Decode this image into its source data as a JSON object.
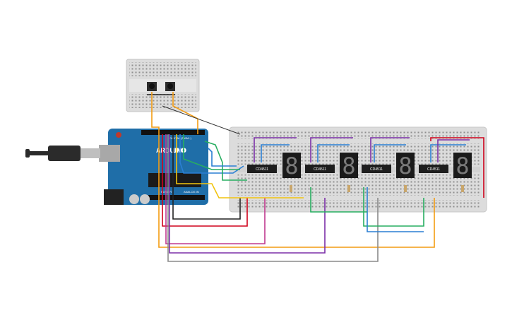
{
  "board": {
    "brand": "ARDUINO",
    "model": "UNO",
    "header_digital": "DIGITAL (PWM~)",
    "header_power": "POWER",
    "header_analog": "ANALOG IN"
  },
  "chips": [
    {
      "label": "CD4511"
    },
    {
      "label": "CD4511"
    },
    {
      "label": "CD4511"
    },
    {
      "label": "CD4511"
    }
  ],
  "displays": [
    {
      "digit": "8",
      "color": "#7a7a7a"
    },
    {
      "digit": "8",
      "color": "#7a7a7a"
    },
    {
      "digit": "8",
      "color": "#7a7a7a"
    },
    {
      "digit": "8",
      "color": "#7a7a7a"
    }
  ],
  "colors": {
    "board": "#1f6ea8",
    "breadboard": "#d9d9d9",
    "wire_orange": "#f39c12",
    "wire_yellow": "#f1c40f",
    "wire_green": "#27ae60",
    "wire_blue": "#2a7fd4",
    "wire_magenta": "#c0398f",
    "wire_purple": "#7b2fa8",
    "wire_red": "#d0021b",
    "wire_gray": "#8a8a8a",
    "wire_black": "#222222"
  },
  "icons": [
    "usb-cable-icon",
    "push-button-icon",
    "seven-segment-display-icon",
    "resistor-icon"
  ]
}
